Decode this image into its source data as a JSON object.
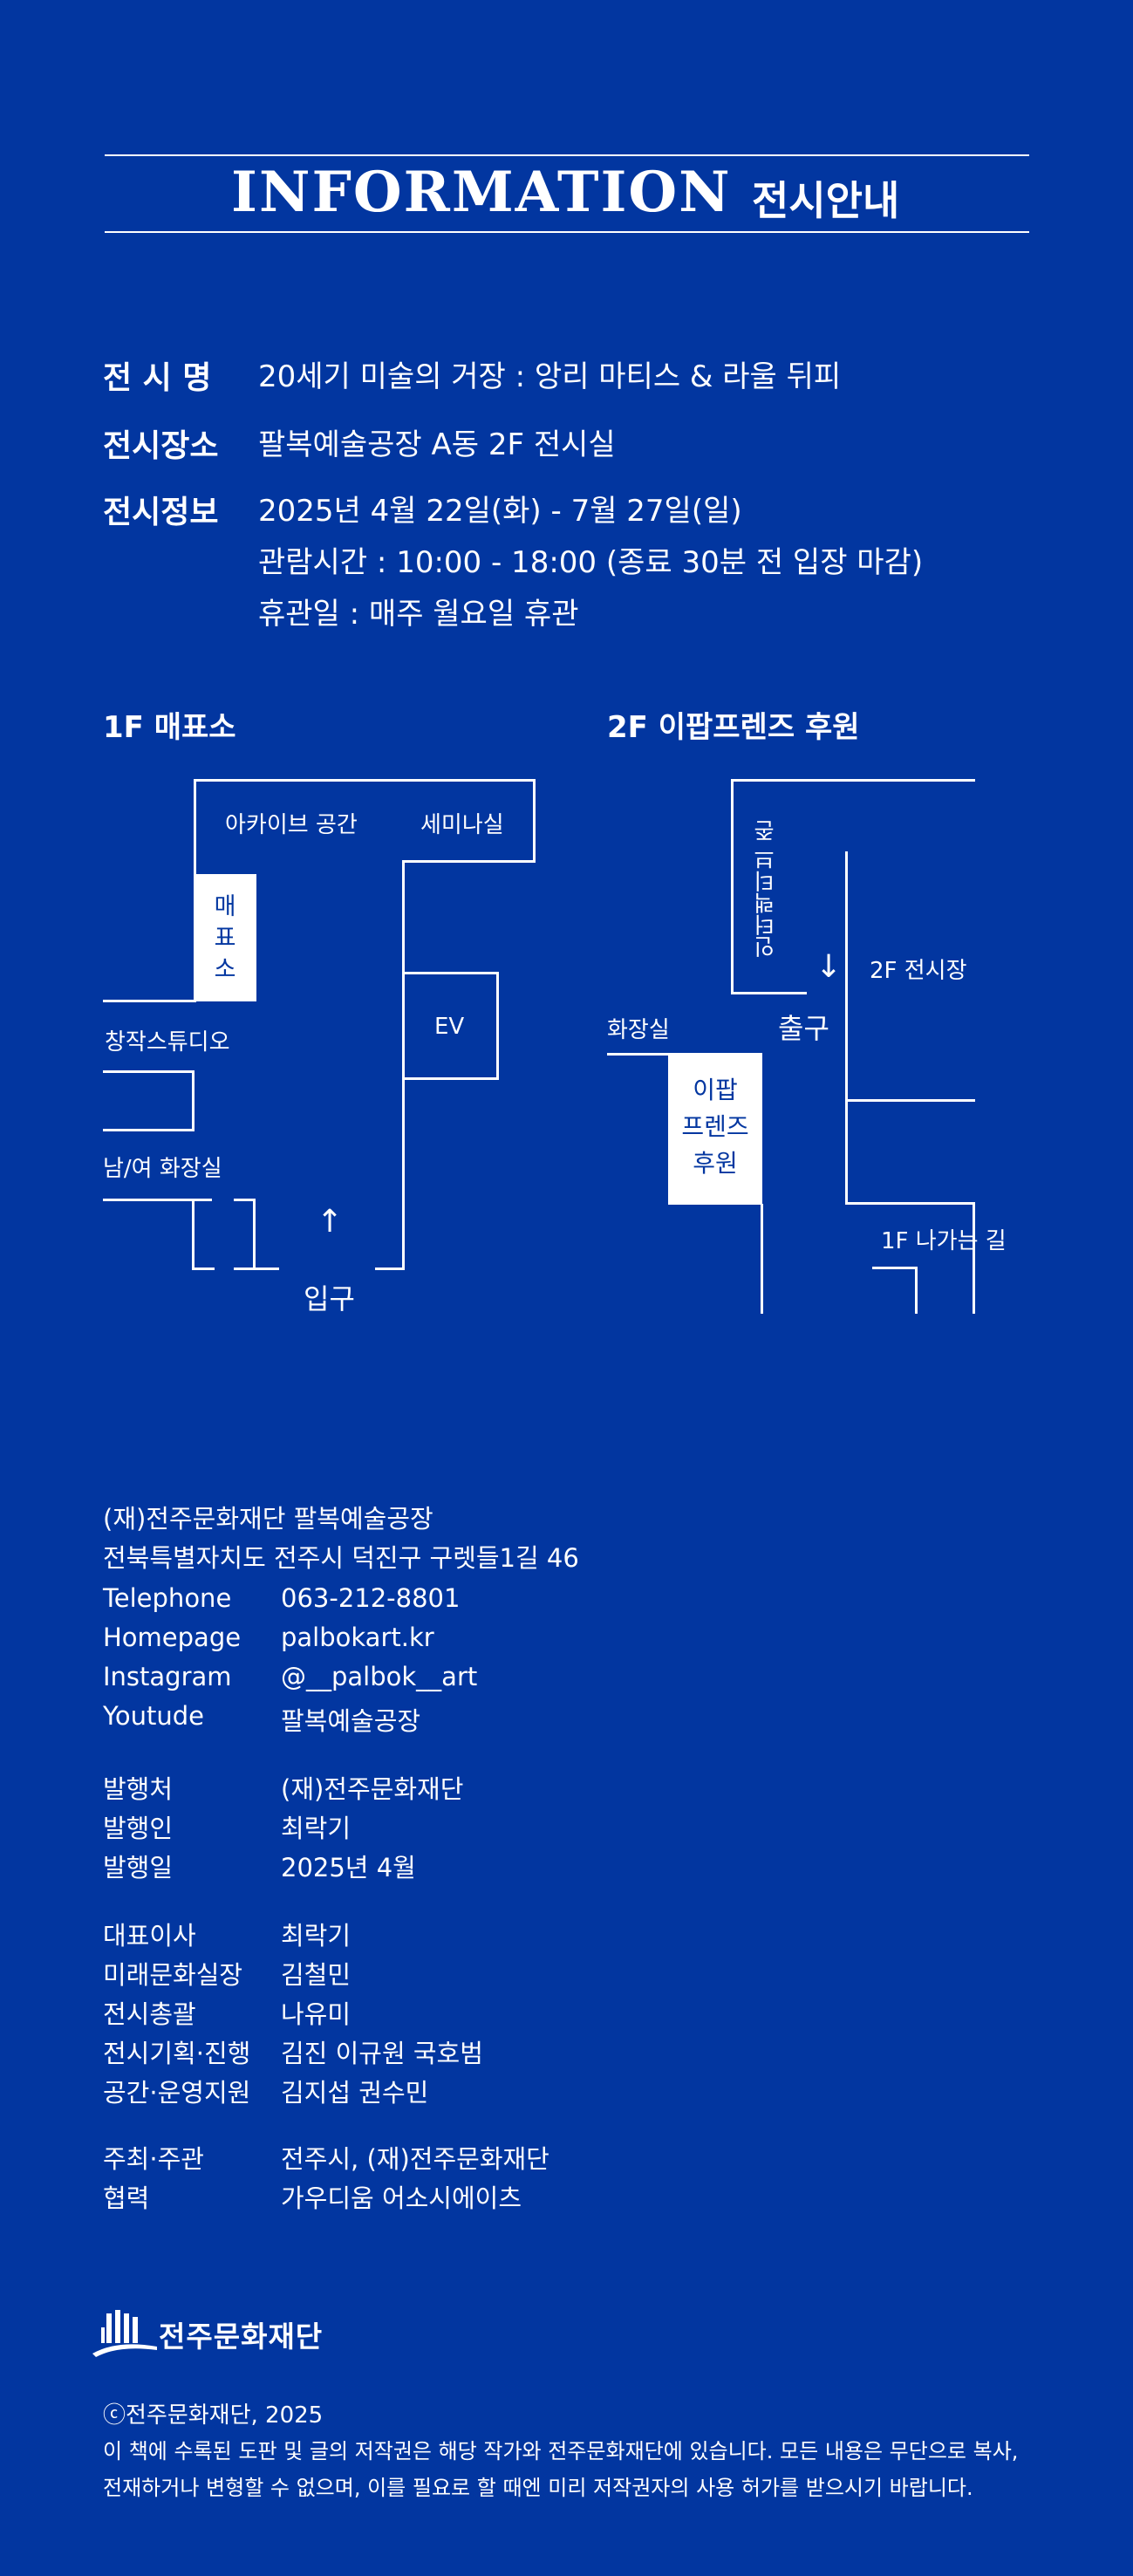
{
  "header": {
    "title_en": "INFORMATION",
    "title_ko": "전시안내"
  },
  "info": [
    {
      "label": "전 시 명",
      "lines": [
        "20세기 미술의 거장 : 앙리 마티스 & 라울 뒤피"
      ]
    },
    {
      "label": "전시장소",
      "lines": [
        "팔복예술공장 A동 2F 전시실"
      ]
    },
    {
      "label": "전시정보",
      "lines": [
        "2025년 4월 22일(화) - 7월 27일(일)",
        "관람시간 : 10:00 - 18:00 (종료 30분 전 입장 마감)",
        "휴관일 : 매주 월요일 휴관"
      ]
    }
  ],
  "map1": {
    "title": "1F 매표소",
    "archive": "아카이브 공간",
    "seminar": "세미나실",
    "ticket": "매\n표\n소",
    "studio": "창작스튜디오",
    "ev": "EV",
    "restroom": "남/여 화장실",
    "entrance": "입구",
    "arrow": "↑"
  },
  "map2": {
    "title": "2F 이팝프렌즈 후원",
    "interactive": "인터랙티브 존",
    "hall": "2F 전시장",
    "restroom": "화장실",
    "exit": "출구",
    "arrow": "↓",
    "ipap": "이팝\n프렌즈\n후원",
    "to1f": "1F 나가는 길"
  },
  "org": {
    "name": "(재)전주문화재단 팔복예술공장",
    "address": "전북특별자치도 전주시 덕진구 구렛들1길 46"
  },
  "contacts": [
    {
      "label": "Telephone",
      "value": "063-212-8801"
    },
    {
      "label": "Homepage",
      "value": "palbokart.kr"
    },
    {
      "label": "Instagram",
      "value": "@__palbok__art"
    },
    {
      "label": "Youtude",
      "value": "팔복예술공장"
    }
  ],
  "publish": [
    {
      "label": "발행처",
      "value": "(재)전주문화재단"
    },
    {
      "label": "발행인",
      "value": "최락기"
    },
    {
      "label": "발행일",
      "value": "2025년 4월"
    }
  ],
  "staff": [
    {
      "label": "대표이사",
      "value": "최락기"
    },
    {
      "label": "미래문화실장",
      "value": "김철민"
    },
    {
      "label": "전시총괄",
      "value": "나유미"
    },
    {
      "label": "전시기획·진행",
      "value": "김진 이규원 국호범"
    },
    {
      "label": "공간·운영지원",
      "value": "김지섭 권수민"
    }
  ],
  "hosts": [
    {
      "label": "주최·주관",
      "value": "전주시, (재)전주문화재단"
    },
    {
      "label": "협력",
      "value": "가우디움 어소시에이츠"
    }
  ],
  "logo": {
    "text": "전주문화재단"
  },
  "footer": {
    "copyright": "ⓒ전주문화재단, 2025",
    "notice1": "이 책에 수록된 도판 및 글의 저작권은 해당 작가와 전주문화재단에 있습니다. 모든 내용은 무단으로 복사,",
    "notice2": "전재하거나 변형할 수 없으며, 이를 필요로 할 때엔 미리 저작권자의 사용 허가를 받으시기 바랍니다."
  }
}
